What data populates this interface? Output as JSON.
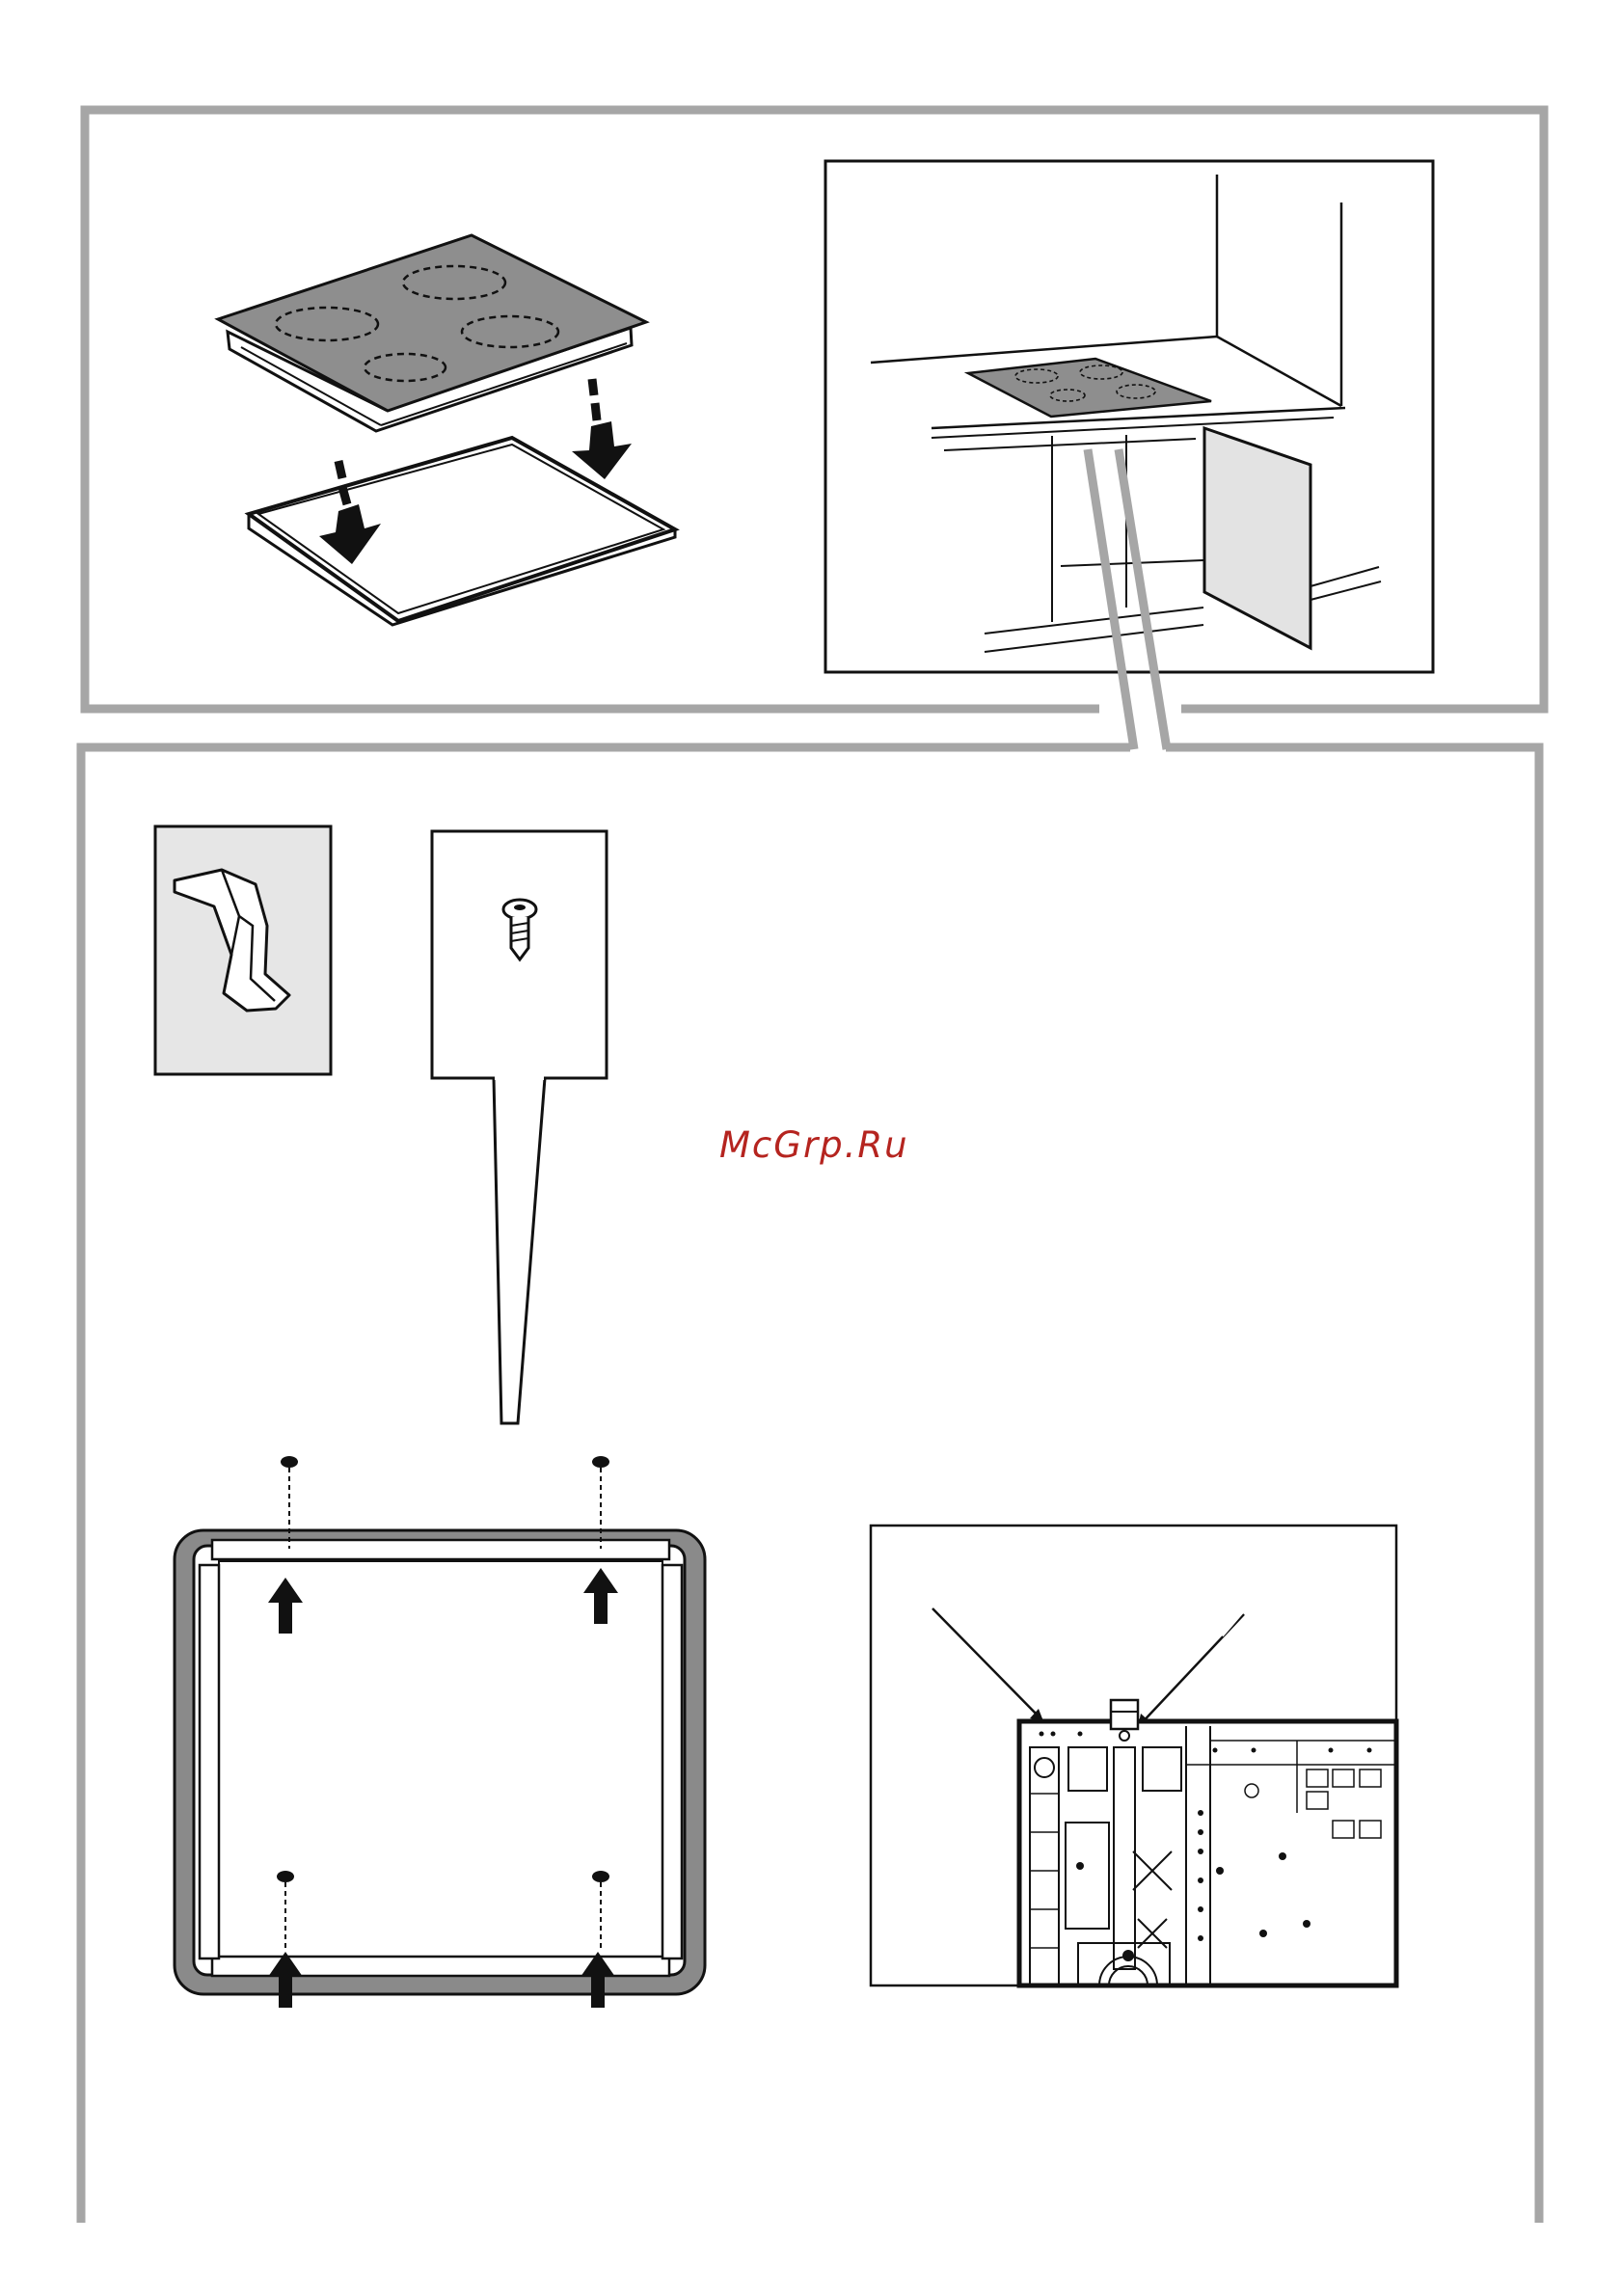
{
  "watermark": {
    "text": "McGrp.Ru",
    "color": "#b5241f"
  },
  "colors": {
    "frame_gray": "#a6a6a6",
    "line": "#111111",
    "hob_top": "#8e8e8e",
    "panel_gray": "#e6e6e6",
    "cabinet_fill": "#e3e3e3",
    "seal_gray": "#8a8a8a"
  },
  "icons": [
    "hob-icon",
    "mounting-frame-icon",
    "down-arrow-icon",
    "kitchen-worktop-scene",
    "clamp-bracket-icon",
    "screw-icon",
    "up-arrow-icon",
    "hob-underside-detail"
  ]
}
